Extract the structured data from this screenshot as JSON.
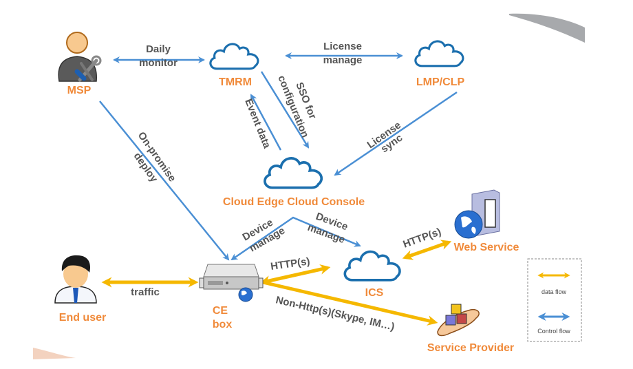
{
  "diagram": {
    "nodes": {
      "msp": "MSP",
      "tmrm": "TMRM",
      "lmp_clp": "LMP/CLP",
      "cloud_console": "Cloud Edge Cloud Console",
      "web_service": "Web Service",
      "ics": "ICS",
      "end_user": "End user",
      "ce_box_line1": "CE",
      "ce_box_line2": "box",
      "service_provider": "Service Provider"
    },
    "edges": {
      "daily_monitor_1": "Daily",
      "daily_monitor_2": "monitor",
      "license_manage_1": "License",
      "license_manage_2": "manage",
      "sso_1": "SSO for",
      "sso_2": "configuration",
      "event_data": "Event data",
      "license_sync_1": "License",
      "license_sync_2": "sync",
      "on_promise_1": "On-promise",
      "on_promise_2": "deploy",
      "device_manage_left_1": "Device",
      "device_manage_left_2": "manage",
      "device_manage_right_1": "Device",
      "device_manage_right_2": "manage",
      "http_web": "HTTP(s)",
      "http_ics": "HTTP(s)",
      "traffic": "traffic",
      "non_http": "Non-Http(s)(Skype, IM…)"
    },
    "legend": {
      "data_flow": "data flow",
      "control_flow": "Control flow"
    },
    "colors": {
      "node_label": "#f08a3a",
      "edge_label": "#555555",
      "control_flow": "#4a8fd4",
      "data_flow": "#f5b800",
      "cloud_stroke": "#1b6fae"
    }
  }
}
